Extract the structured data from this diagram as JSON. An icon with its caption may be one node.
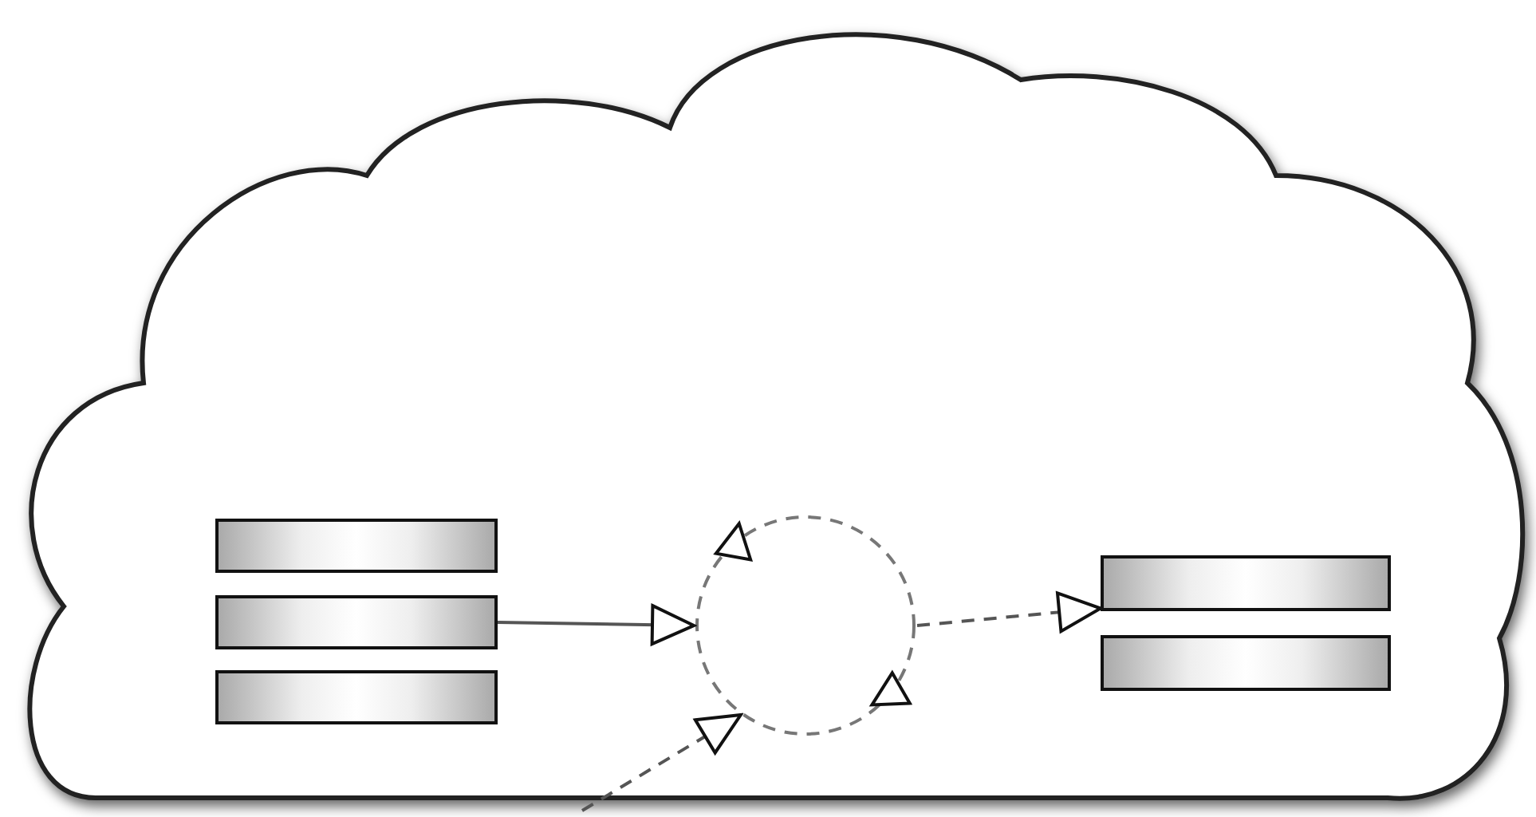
{
  "diagram": {
    "nodes": [
      {
        "text": [],
        "shape": "cloud"
      },
      {
        "text": [],
        "shape": "bar",
        "in": 0
      },
      {
        "text": [],
        "shape": "bar",
        "in": 0
      },
      {
        "text": [],
        "shape": "bar",
        "in": 0
      },
      {
        "text": [],
        "shape": "circle",
        "in": 0
      },
      {
        "text": [],
        "shape": "bar",
        "in": 0
      },
      {
        "text": [],
        "shape": "bar",
        "in": 0
      }
    ],
    "edges": [
      {
        "from": 2,
        "to": 4,
        "arrow": "to"
      },
      {
        "from": 4,
        "to": 5,
        "arrow": "to",
        "style": "dashed"
      },
      {
        "from": null,
        "to": 4,
        "arrow": "to",
        "style": "dashed"
      }
    ]
  }
}
